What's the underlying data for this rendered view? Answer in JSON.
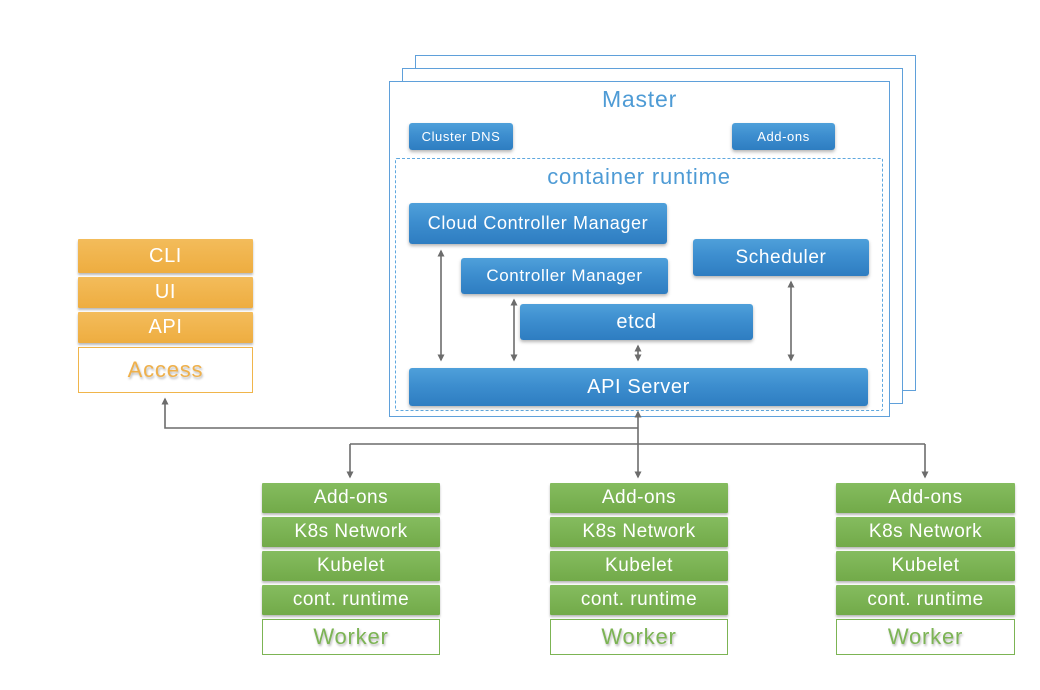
{
  "master": {
    "title": "Master",
    "cluster_dns": "Cluster DNS",
    "addons": "Add-ons",
    "container_runtime": {
      "title": "container runtime",
      "cloud_controller_manager": "Cloud Controller Manager",
      "controller_manager": "Controller Manager",
      "scheduler": "Scheduler",
      "etcd": "etcd",
      "api_server": "API Server"
    }
  },
  "access_stack": {
    "cli": "CLI",
    "ui": "UI",
    "api": "API",
    "label": "Access"
  },
  "workers": [
    {
      "rows": [
        "Add-ons",
        "K8s Network",
        "Kubelet",
        "cont. runtime"
      ],
      "label": "Worker"
    },
    {
      "rows": [
        "Add-ons",
        "K8s Network",
        "Kubelet",
        "cont. runtime"
      ],
      "label": "Worker"
    },
    {
      "rows": [
        "Add-ons",
        "K8s Network",
        "Kubelet",
        "cont. runtime"
      ],
      "label": "Worker"
    }
  ],
  "colors": {
    "component_blue": "#3D8ECF",
    "title_blue": "#4E9BD5",
    "sheet_border_blue": "#5FA0DA",
    "access_orange": "#F0B54B",
    "worker_green": "#7CB454",
    "connector_gray": "#6C6C6C",
    "box_text": "#FFFFFF"
  }
}
